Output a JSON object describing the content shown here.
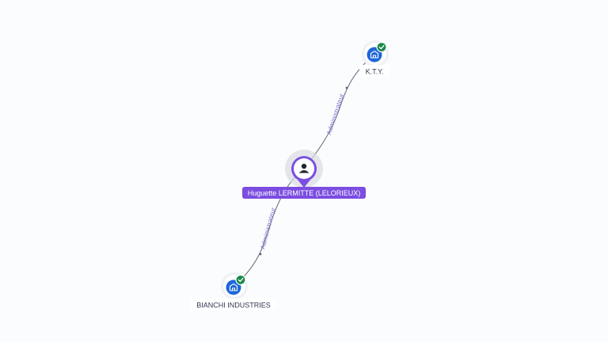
{
  "graph": {
    "person": {
      "name": "Huguette LERMITTE (LELORIEUX)",
      "icon": "person-icon"
    },
    "companies": [
      {
        "name": "K.T.Y.",
        "icon": "building-icon",
        "status": "active",
        "status_icon": "check-icon"
      },
      {
        "name": "BIANCHI INDUSTRIES",
        "icon": "building-icon",
        "status": "active",
        "status_icon": "check-icon"
      }
    ],
    "edges": [
      {
        "from": "person",
        "to": "K.T.Y.",
        "role": "Administrateur"
      },
      {
        "from": "person",
        "to": "BIANCHI INDUSTRIES",
        "role": "Administrateur"
      }
    ]
  },
  "colors": {
    "person_accent": "#7b4de0",
    "company_blue": "#1f67d9",
    "status_green": "#1c8a4a",
    "edge_line": "#5d6677",
    "edge_label": "#7b6fc9",
    "label_text": "#2f3850",
    "background": "#fbfcfe"
  }
}
